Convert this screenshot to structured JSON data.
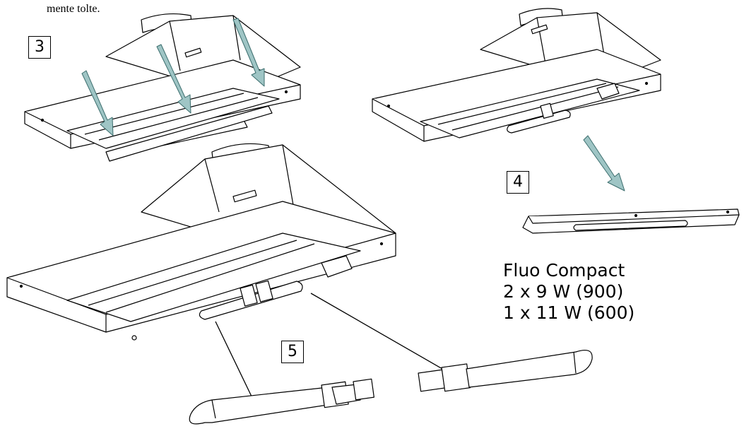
{
  "caption_fragment": "mente tolte.",
  "steps": {
    "step3": "3",
    "step4": "4",
    "step5": "5"
  },
  "spec": {
    "title": "Fluo Compact",
    "line1": "2 x 9 W (900)",
    "line2": "1 x 11 W (600)"
  },
  "colors": {
    "arrow": "#9fc5c5",
    "arrow_stroke": "#3c6e6e",
    "line": "#000000"
  },
  "illustrations": [
    "hood-panel-removal-drawing",
    "hood-lamps-exposed-drawing",
    "light-strip-drawing",
    "hood-with-lamps-drawing",
    "fluo-compact-lamp-left",
    "fluo-compact-lamp-right"
  ]
}
